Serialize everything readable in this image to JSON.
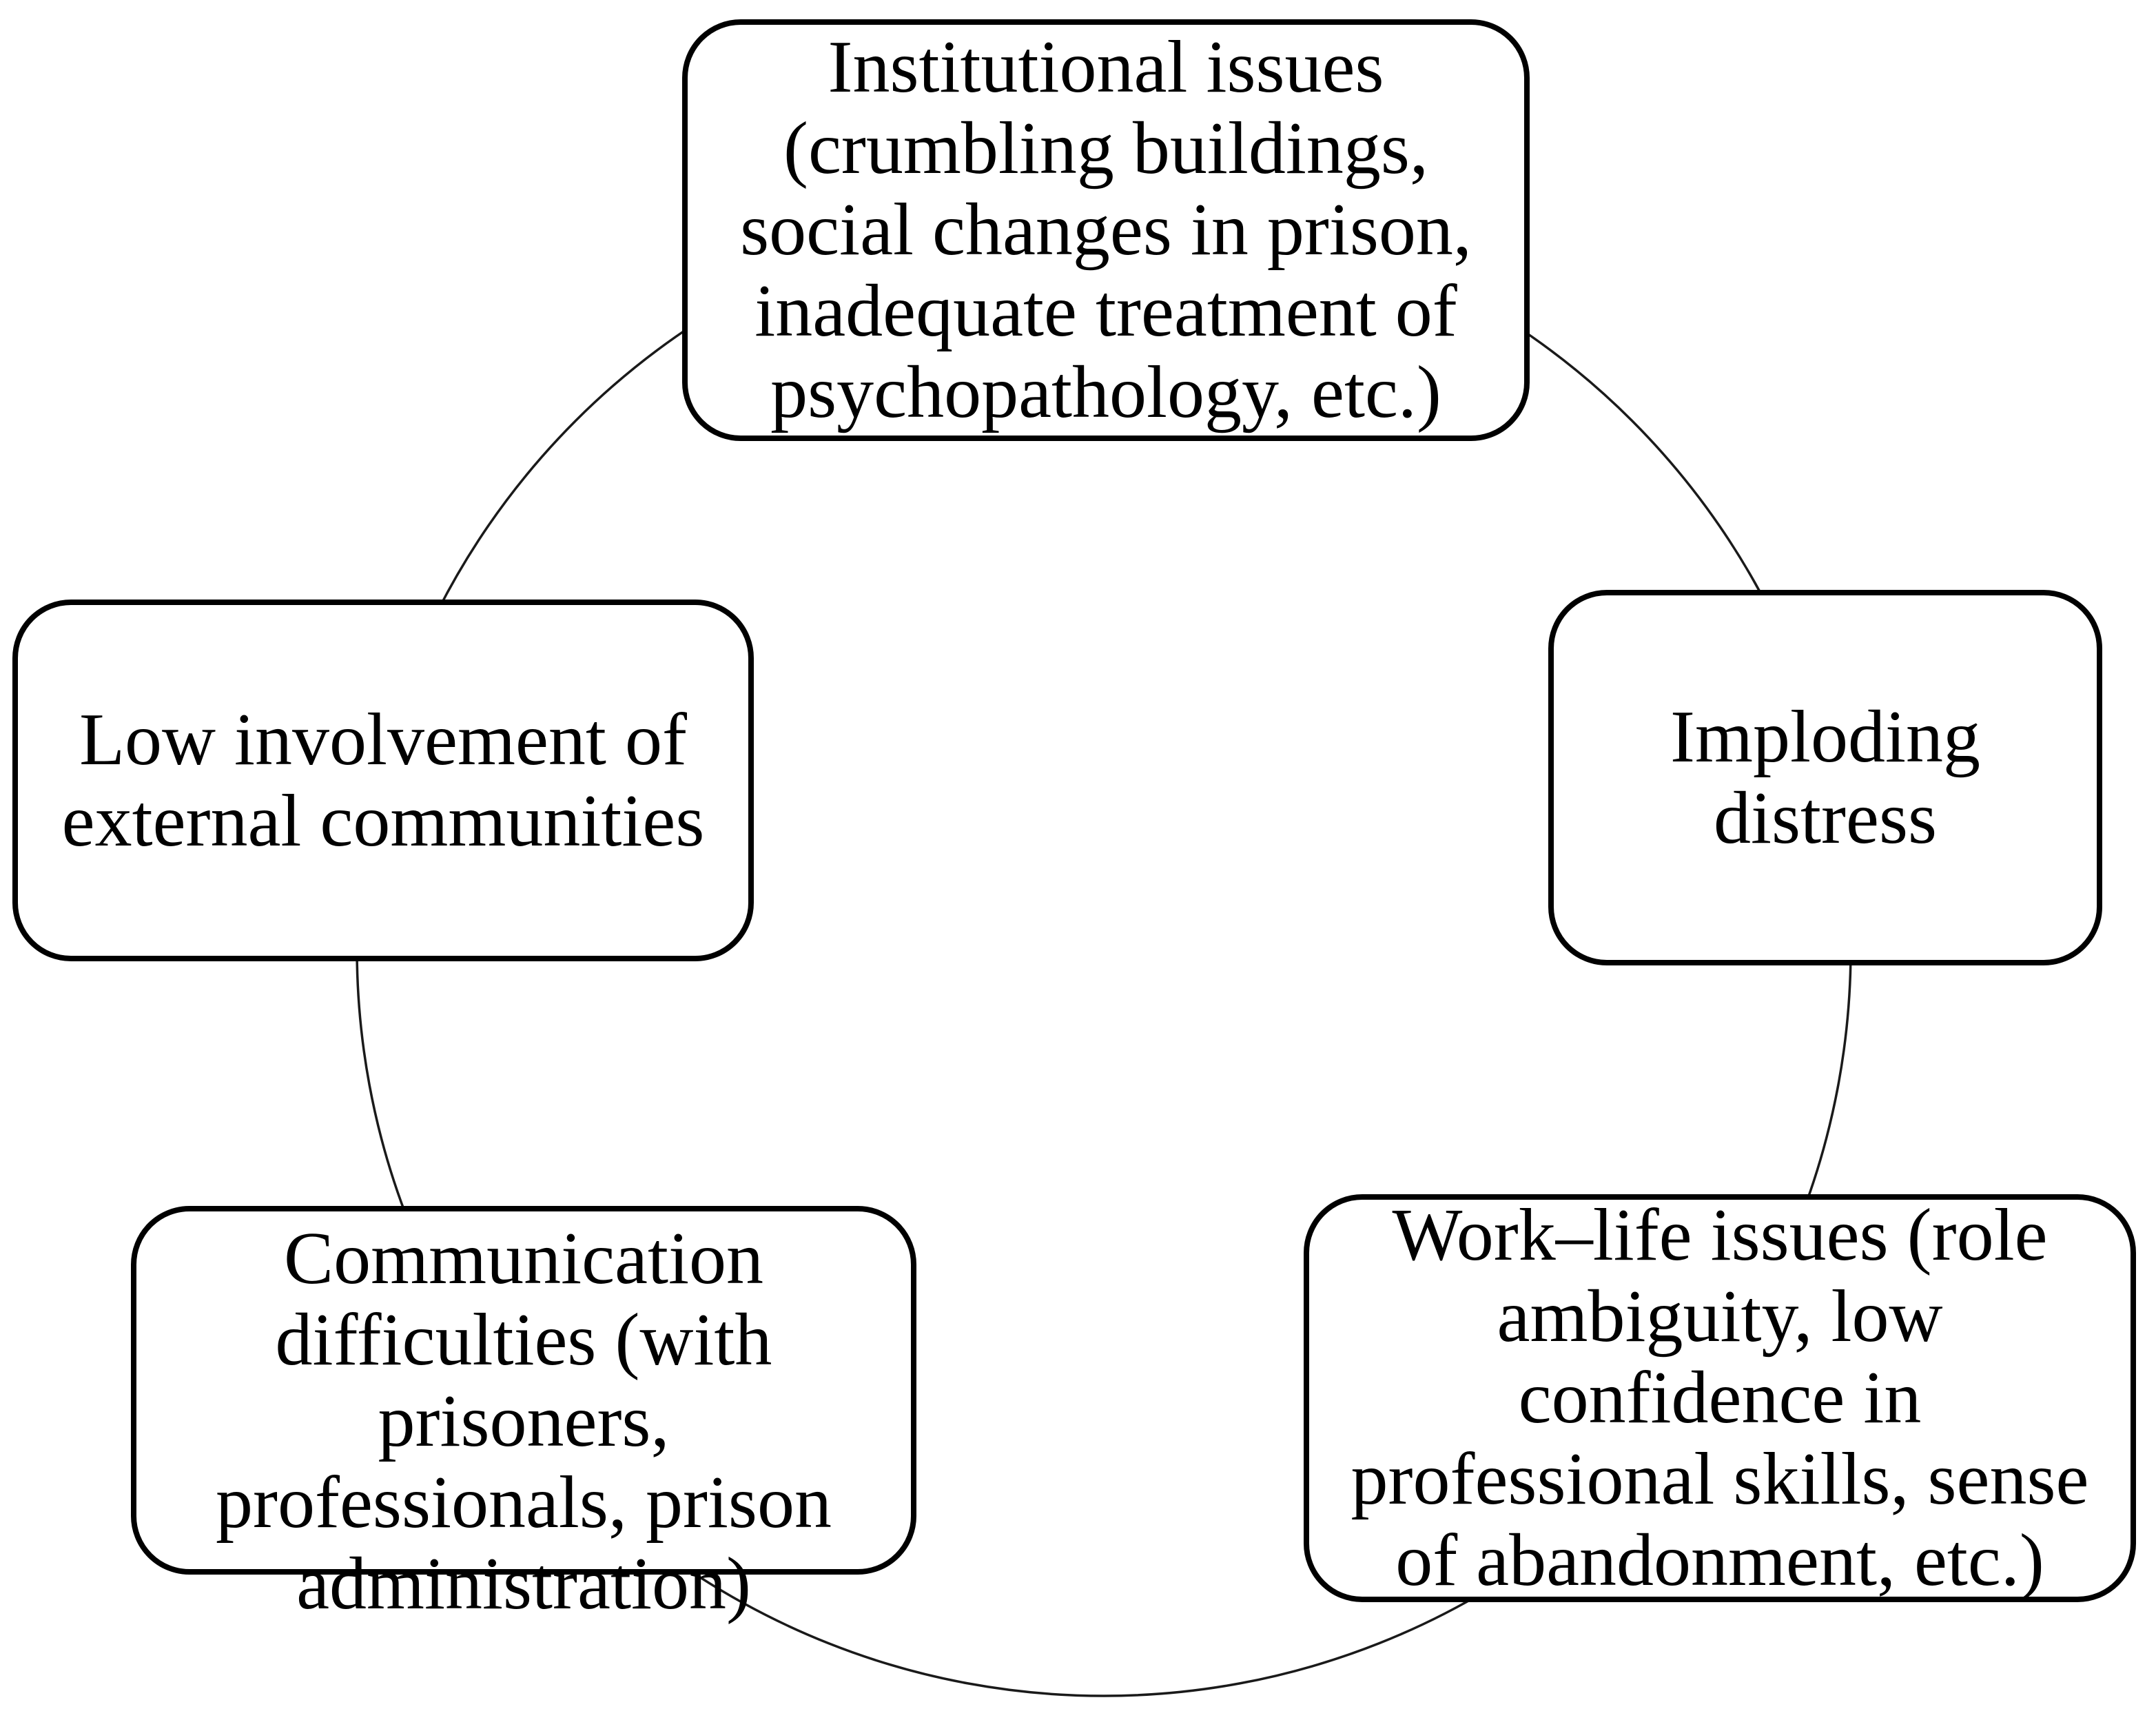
{
  "figure": {
    "background_color": "#ffffff",
    "box_border_color": "#000000",
    "box_fill_color": "#ffffff",
    "connector_color": "#1a1a1a",
    "text_color": "#000000",
    "nodes": {
      "institutional_issues": {
        "text": "Institutional issues (crumbling buildings, social changes in prison, inadequate treatment of psychopathology, etc.)",
        "lines": [
          "Institutional issues",
          "(crumbling buildings,",
          "social changes in prison,",
          "inadequate treatment of",
          "psychopathology, etc.)"
        ]
      },
      "imploding_distress": {
        "text": "Imploding distress",
        "lines": [
          "Imploding",
          "distress"
        ]
      },
      "work_life_issues": {
        "text": "Work–life issues (role ambiguity, low confidence in professional skills, sense of abandonment, etc.)",
        "lines": [
          "Work–life issues (role",
          "ambiguity, low",
          "confidence in",
          "professional skills, sense",
          "of abandonment, etc.)"
        ]
      },
      "communication_difficulties": {
        "text": "Communication difficulties (with prisoners, professionals, prison administration)",
        "lines": [
          "Communication",
          "difficulties (with",
          "prisoners,",
          "professionals, prison",
          "administration)"
        ]
      },
      "low_involvement": {
        "text": "Low involvement of external communities",
        "lines": [
          "Low involvement of",
          "external communities"
        ]
      }
    }
  }
}
